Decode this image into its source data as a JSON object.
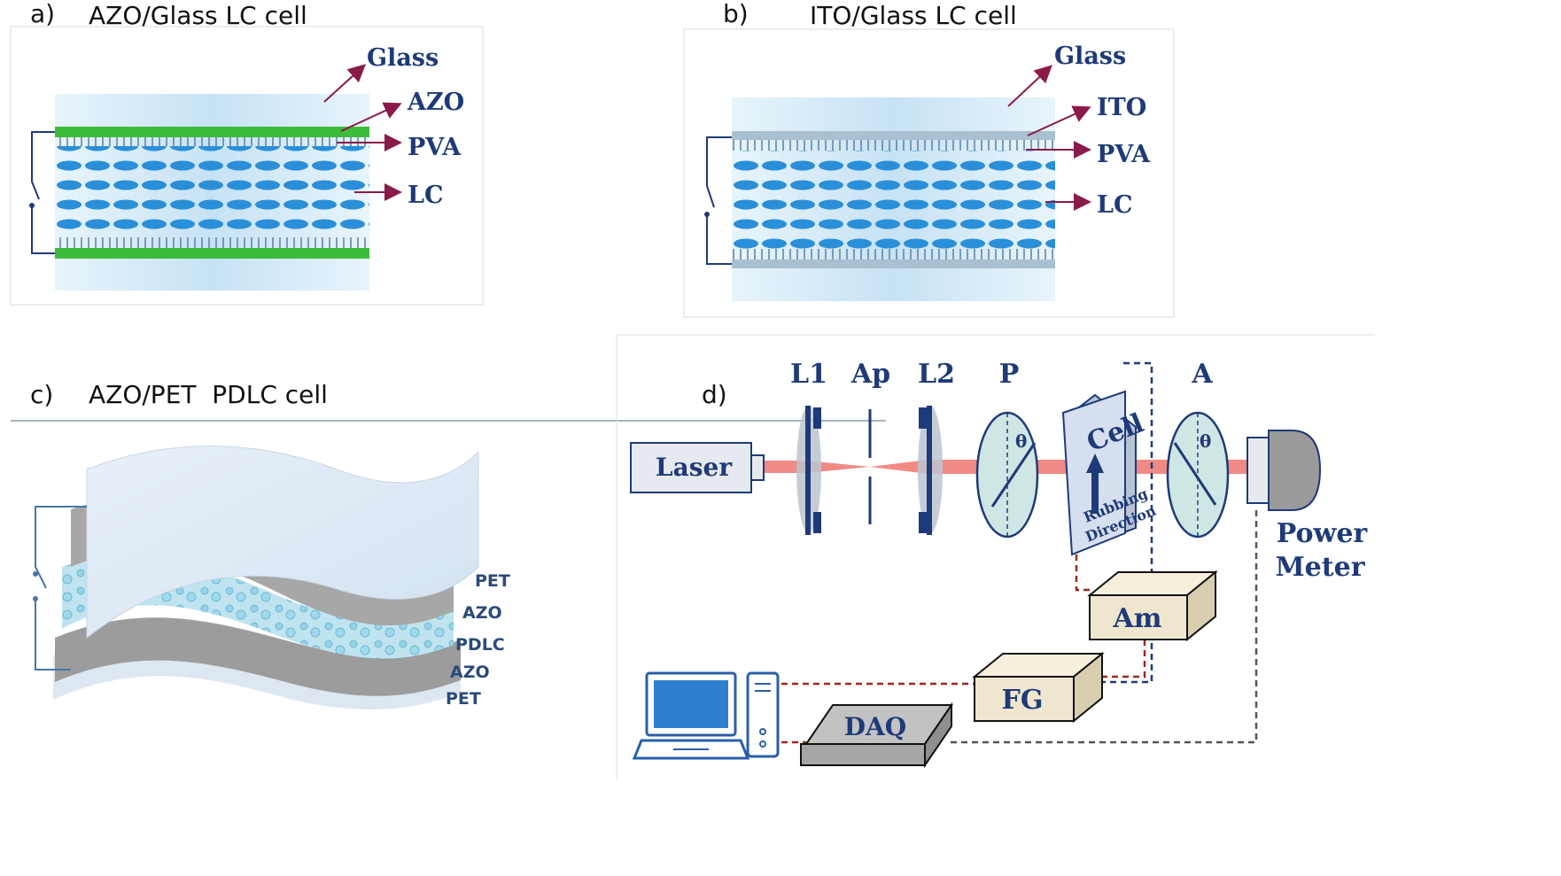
{
  "panel_a": {
    "letter": "a)",
    "title": "AZO/Glass LC cell",
    "layers": [
      "Glass",
      "AZO",
      "PVA",
      "LC"
    ],
    "colors": {
      "glass": "#cfe6f5",
      "electrode": "#3dbb3d",
      "lc": "#2f8fd6"
    }
  },
  "panel_b": {
    "letter": "b)",
    "title": "ITO/Glass LC cell",
    "layers": [
      "Glass",
      "ITO",
      "PVA",
      "LC"
    ],
    "colors": {
      "glass": "#cfe6f5",
      "electrode": "#9fb7c8",
      "lc": "#2f8fd6"
    }
  },
  "panel_c": {
    "letter": "c)",
    "title": "AZO/PET  PDLC cell",
    "layers": [
      "PET",
      "AZO",
      "PDLC",
      "AZO",
      "PET"
    ]
  },
  "panel_d": {
    "letter": "d)",
    "components": {
      "laser": "Laser",
      "lens1": "L1",
      "aperture": "Ap",
      "lens2": "L2",
      "polarizer": "P",
      "analyzer": "A",
      "angle": "θ",
      "cell": "Cell",
      "rubbing1": "Rubbing",
      "rubbing2": "Direction",
      "power1": "Power",
      "power2": "Meter",
      "amplifier": "Am",
      "function_gen": "FG",
      "daq": "DAQ"
    },
    "colors": {
      "beam": "#f08a84",
      "optics": "#1e3a78",
      "wire_red": "#9a2a1e",
      "wire_gray": "#555555",
      "box": "#efe6cf"
    }
  }
}
